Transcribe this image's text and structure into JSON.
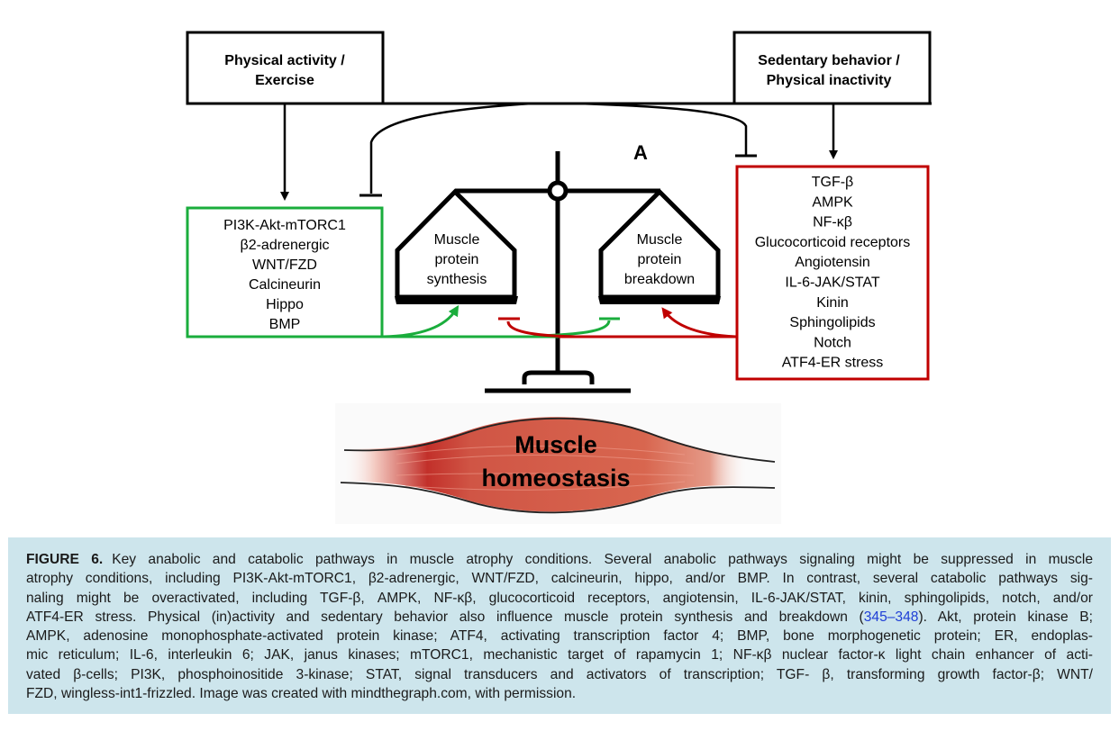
{
  "diagram": {
    "input_left": {
      "line1": "Physical activity /",
      "line2": "Exercise"
    },
    "input_right": {
      "line1": "Sedentary behavior /",
      "line2": "Physical inactivity"
    },
    "panel_label": "A",
    "anabolic_pathways": [
      "PI3K-Akt-mTORC1",
      "β2-adrenergic",
      "WNT/FZD",
      "Calcineurin",
      "Hippo",
      "BMP"
    ],
    "catabolic_pathways": [
      "TGF-β",
      "AMPK",
      "NF-κβ",
      "Glucocorticoid receptors",
      "Angiotensin",
      "IL-6-JAK/STAT",
      "Kinin",
      "Sphingolipids",
      "Notch",
      "ATF4-ER stress"
    ],
    "pan_left": [
      "Muscle",
      "protein",
      "synthesis"
    ],
    "pan_right": [
      "Muscle",
      "protein",
      "breakdown"
    ],
    "muscle_label": [
      "Muscle",
      "homeostasis"
    ],
    "colors": {
      "anabolic": "#1aad3c",
      "catabolic": "#c00000",
      "muscle": "#d05545",
      "caption_bg": "#cde5ec",
      "link": "#1f3fd6"
    }
  },
  "caption": {
    "figure_label": "FIGURE 6.",
    "lines": [
      "Key anabolic and catabolic pathways in muscle atrophy conditions. Several anabolic pathways signaling might be suppressed in muscle",
      "atrophy conditions, including PI3K-Akt-mTORC1, β2-adrenergic, WNT/FZD, calcineurin, hippo, and/or BMP. In contrast, several catabolic pathways sig-",
      "naling might be overactivated, including TGF-β, AMPK, NF-κβ, glucocorticoid receptors, angiotensin, IL-6-JAK/STAT, kinin, sphingolipids, notch, and/or",
      "ATF4-ER stress. Physical (in)activity and sedentary behavior also influence muscle protein synthesis and breakdown (",
      "AMPK, adenosine monophosphate-activated protein kinase; ATF4, activating transcription factor 4; BMP, bone morphogenetic protein; ER, endoplas-",
      "mic reticulum; IL-6, interleukin 6; JAK, janus kinases; mTORC1, mechanistic target of rapamycin 1; NF-κβ nuclear factor-κ light chain enhancer of acti-",
      "vated β-cells; PI3K, phosphoinositide 3-kinase; STAT, signal transducers and activators of transcription; TGF- β, transforming growth factor-β; WNT/",
      "FZD, wingless-int1-frizzled. Image was created with mindthegraph.com, with permission."
    ],
    "ref_link": "345–348",
    "line4_tail": "). Akt, protein kinase B;"
  }
}
